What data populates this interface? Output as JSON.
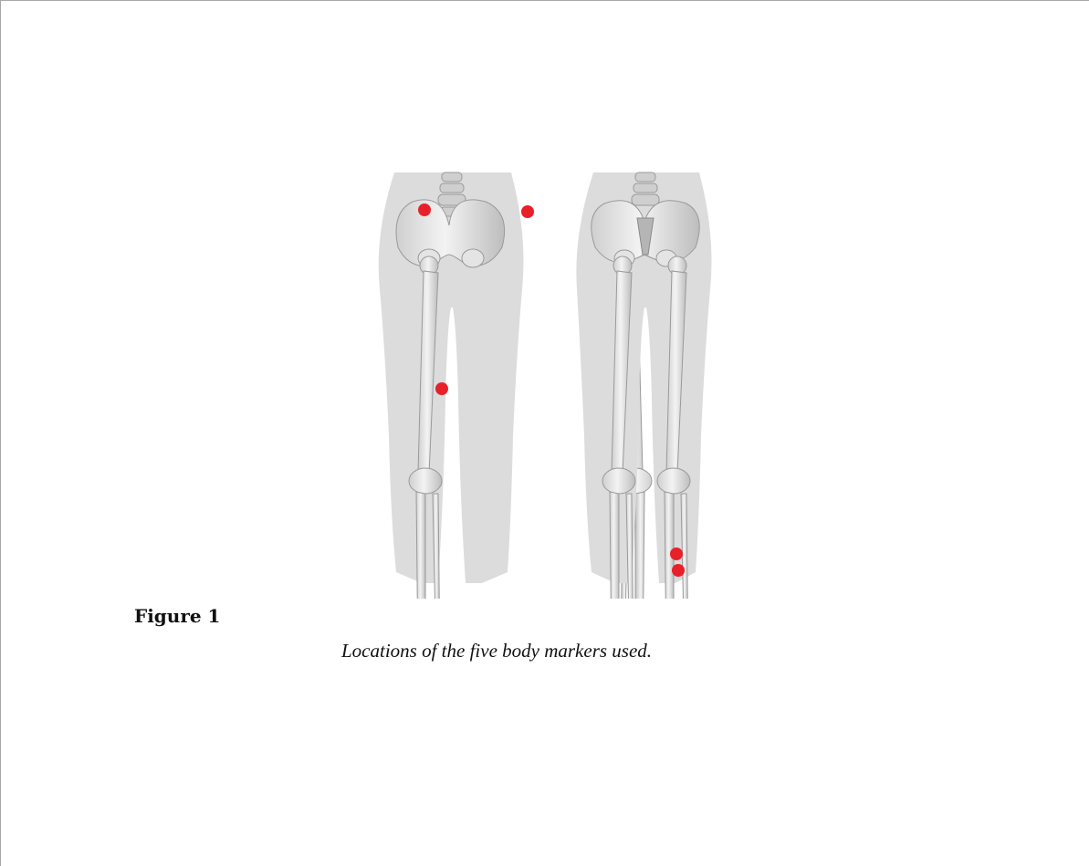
{
  "figure": {
    "label": "Figure 1",
    "caption": "Locations of the five body markers used.",
    "illustration": "skeleton-lower-body-front-and-back-views",
    "marker_count": 5,
    "marker_color": "#e8202a"
  }
}
